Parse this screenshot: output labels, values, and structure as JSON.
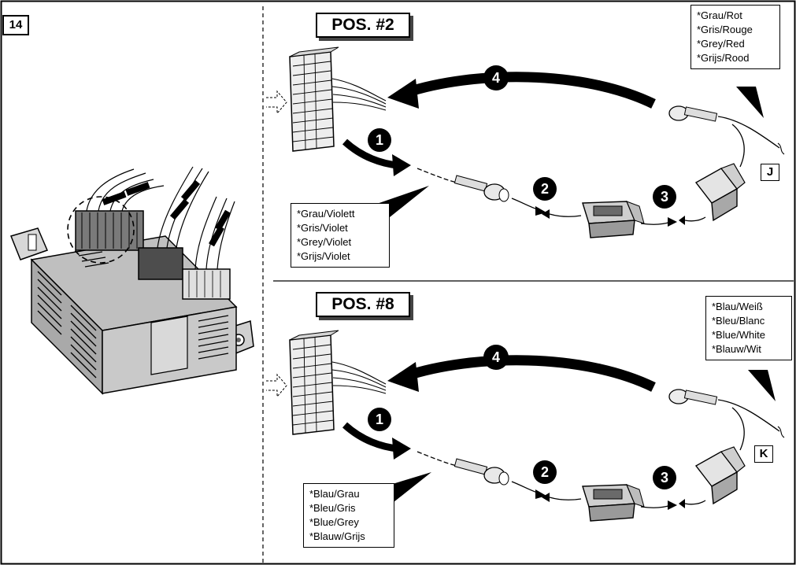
{
  "page_number": "14",
  "sections": [
    {
      "pos_label": "POS. #2",
      "part_tag": "J",
      "steps": [
        "1",
        "2",
        "3",
        "4"
      ],
      "wire_color_a": [
        "*Grau/Rot",
        "*Gris/Rouge",
        "*Grey/Red",
        "*Grijs/Rood"
      ],
      "wire_color_b": [
        "*Grau/Violett",
        "*Gris/Violet",
        "*Grey/Violet",
        "*Grijs/Violet"
      ]
    },
    {
      "pos_label": "POS. #8",
      "part_tag": "K",
      "steps": [
        "1",
        "2",
        "3",
        "4"
      ],
      "wire_color_a": [
        "*Blau/Weiß",
        "*Bleu/Blanc",
        "*Blue/White",
        "*Blauw/Wit"
      ],
      "wire_color_b": [
        "*Blau/Grau",
        "*Bleu/Gris",
        "*Blue/Grey",
        "*Blauw/Grijs"
      ]
    }
  ],
  "colors": {
    "ink": "#000000",
    "module_body": "#c8c8c8",
    "connector": "#e6e6e6",
    "step_badge": "#000000"
  }
}
